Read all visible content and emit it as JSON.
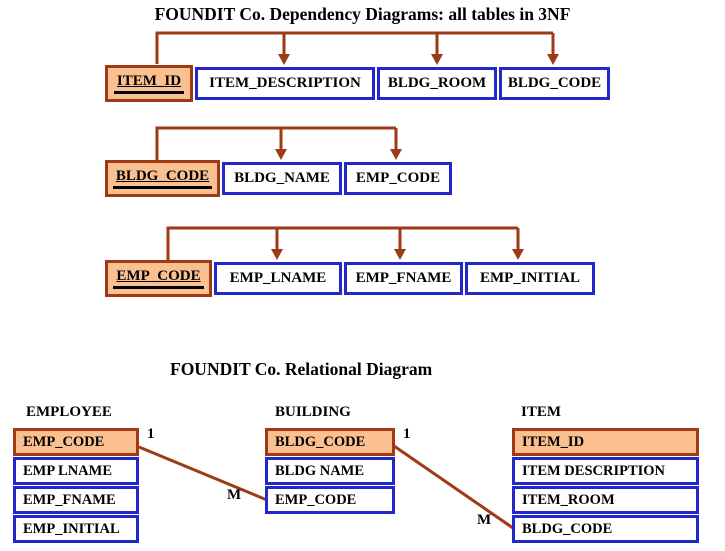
{
  "titles": {
    "dependency": "FOUNDIT Co. Dependency Diagrams: all tables in 3NF",
    "relational": "FOUNDIT Co. Relational Diagram"
  },
  "colors": {
    "accent_brown": "#9E3B16",
    "pk_fill_orange": "#FAC090",
    "attribute_border_blue": "#2228CC",
    "text": "#000000",
    "background": "#FFFFFF"
  },
  "dependency_tables": [
    {
      "columns": [
        {
          "name": "ITEM_ID",
          "pk": true
        },
        {
          "name": "ITEM_DESCRIPTION",
          "pk": false
        },
        {
          "name": "BLDG_ROOM",
          "pk": false
        },
        {
          "name": "BLDG_CODE",
          "pk": false
        }
      ]
    },
    {
      "columns": [
        {
          "name": "BLDG_CODE",
          "pk": true
        },
        {
          "name": "BLDG_NAME",
          "pk": false
        },
        {
          "name": "EMP_CODE",
          "pk": false
        }
      ]
    },
    {
      "columns": [
        {
          "name": "EMP_CODE",
          "pk": true
        },
        {
          "name": "EMP_LNAME",
          "pk": false
        },
        {
          "name": "EMP_FNAME",
          "pk": false
        },
        {
          "name": "EMP_INITIAL",
          "pk": false
        }
      ]
    }
  ],
  "relational_tables": [
    {
      "name": "EMPLOYEE",
      "rows": [
        "EMP_CODE",
        "EMP LNAME",
        "EMP_FNAME",
        "EMP_INITIAL"
      ],
      "pk_row": 0
    },
    {
      "name": "BUILDING",
      "rows": [
        "BLDG_CODE",
        "BLDG NAME",
        "EMP_CODE"
      ],
      "pk_row": 0
    },
    {
      "name": "ITEM",
      "rows": [
        "ITEM_ID",
        "ITEM DESCRIPTION",
        "ITEM_ROOM",
        "BLDG_CODE"
      ],
      "pk_row": 0
    }
  ],
  "relationships": [
    {
      "from": "EMPLOYEE.EMP_CODE",
      "to": "BUILDING.EMP_CODE",
      "one_label": "1",
      "many_label": "M"
    },
    {
      "from": "BUILDING.BLDG_CODE",
      "to": "ITEM.BLDG_CODE",
      "one_label": "1",
      "many_label": "M"
    }
  ]
}
